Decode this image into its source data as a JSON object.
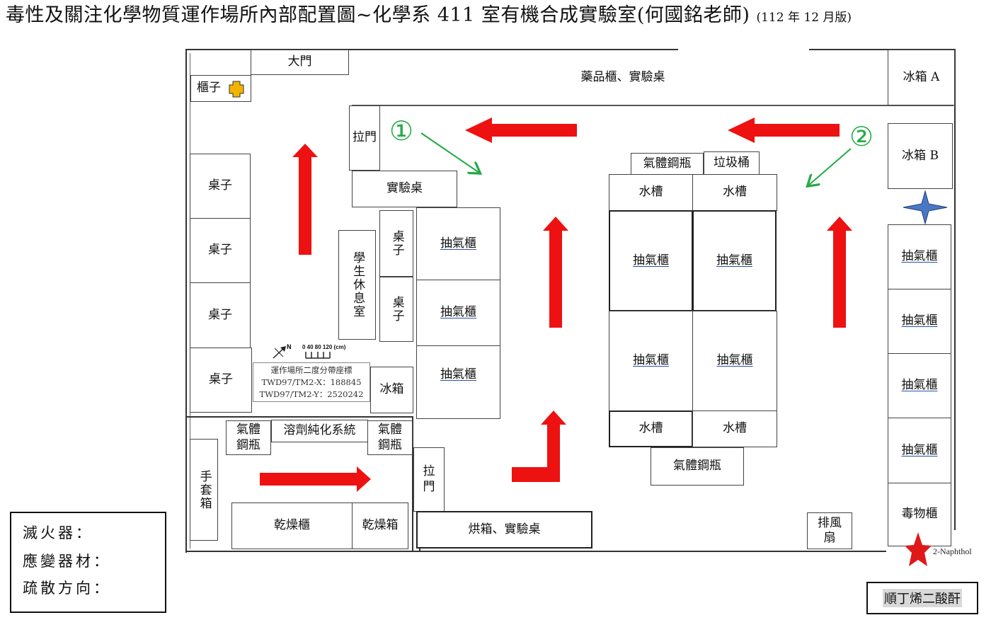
{
  "title": {
    "main": "毒性及關注化學物質運作場所內部配置圖~化學系 411 室有機合成實驗室(何國銘老師)",
    "sub": "(112 年 12 月版)"
  },
  "rooms": {
    "main_door": "大門",
    "cabinet": "櫃子",
    "chem_cabinet_bench": "藥品櫃、實驗桌",
    "fridge_a": "冰箱 A",
    "fridge_b": "冰箱 B",
    "sliding_door": "拉門",
    "lab_bench": "實驗桌",
    "gas_cylinder": "氣體鋼瓶",
    "trash_bin": "垃圾桶",
    "sink": "水槽",
    "fume_hood": "抽氣櫃",
    "desk": "桌子",
    "student_lounge": "學生休息室",
    "fridge": "冰箱",
    "solvent_system": "溶劑純化系統",
    "glove_box": "手套箱",
    "drying_cabinet": "乾燥櫃",
    "drying_box": "乾燥箱",
    "oven_bench": "烘箱、實驗桌",
    "exhaust_fan": "排風扇",
    "toxic_cabinet": "毒物櫃"
  },
  "markers": {
    "one": "①",
    "two": "②"
  },
  "compass": {
    "north": "N",
    "scale": "0 40 80 120 (cm)"
  },
  "coordinates": {
    "title": "運作場所二度分帶座標",
    "x": "TWD97/TM2-X：188845",
    "y": "TWD97/TM2-Y：2520242"
  },
  "legend": {
    "extinguisher": "滅火器：",
    "emergency": "應變器材：",
    "evacuation": "疏散方向："
  },
  "chemical_label": "2-Naphthol",
  "note_box": "順丁烯二酸酐",
  "colors": {
    "arrow": "#ee1111",
    "extinguisher": "#4a78c4",
    "emergency": "#f2b400",
    "marker": "#22aa44",
    "star": "#e01818"
  },
  "icons": [
    "fire-extinguisher-icon",
    "emergency-equipment-icon",
    "evacuation-arrow-icon",
    "chemical-star-icon",
    "north-arrow-icon"
  ]
}
